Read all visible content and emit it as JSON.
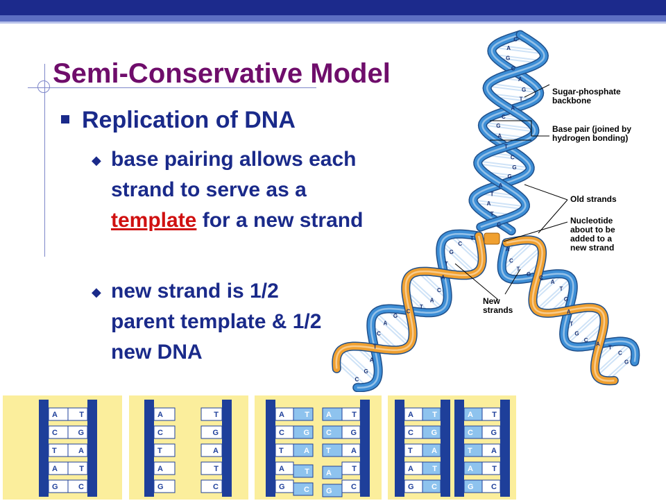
{
  "slide": {
    "title": "Semi-Conservative Model",
    "level1": "Replication of DNA",
    "bullet1": {
      "pre": "base pairing allows each strand to serve as a ",
      "highlight": "template",
      "post": " for a new strand"
    },
    "bullet2": "new strand is 1/2 parent template & 1/2 new DNA"
  },
  "labels": {
    "backbone": [
      "Sugar-phosphate",
      "backbone"
    ],
    "basepair": [
      "Base pair (joined by",
      "hydrogen bonding)"
    ],
    "old": [
      "Old strands"
    ],
    "nucleotide": [
      "Nucleotide",
      "about to be",
      "added to a",
      "new strand"
    ],
    "newstrands": [
      "New",
      "strands"
    ]
  },
  "panels": {
    "p1": {
      "left": [
        "A",
        "C",
        "T",
        "A",
        "G"
      ],
      "right": [
        "T",
        "G",
        "A",
        "T",
        "C"
      ]
    },
    "p2": {
      "left": [
        "A",
        "C",
        "T",
        "A",
        "G"
      ],
      "right": [
        "T",
        "G",
        "A",
        "T",
        "C"
      ]
    },
    "p3": {
      "left": [
        "A",
        "C",
        "T",
        "A",
        "G"
      ],
      "right": [
        "T",
        "G",
        "A",
        "T",
        "C"
      ],
      "free_left": [
        "T",
        "G",
        "A",
        "T",
        "C"
      ],
      "free_right": [
        "A",
        "C",
        "T",
        "A",
        "G"
      ]
    },
    "p4": {
      "left": [
        "A",
        "C",
        "T",
        "A",
        "G"
      ],
      "newleft": [
        "T",
        "G",
        "A",
        "T",
        "C"
      ],
      "newright": [
        "A",
        "C",
        "T",
        "A",
        "G"
      ],
      "right": [
        "T",
        "G",
        "A",
        "T",
        "C"
      ]
    }
  },
  "helix_letters": {
    "top": [
      "C",
      "A",
      "G",
      "C",
      "A",
      "G",
      "T",
      "A",
      "C",
      "G",
      "A",
      "T",
      "C",
      "G",
      "G",
      "A",
      "T",
      "A",
      "T",
      "C"
    ],
    "left_branch": [
      "T",
      "C",
      "G",
      "T",
      "A",
      "C",
      "A",
      "T",
      "C",
      "G",
      "A",
      "C",
      "T",
      "A",
      "G",
      "C"
    ],
    "right_branch": [
      "A",
      "C",
      "T",
      "G",
      "C",
      "A",
      "T",
      "G",
      "A",
      "T",
      "G",
      "C",
      "A",
      "T",
      "C",
      "G"
    ]
  },
  "colors": {
    "title": "#6f0d6b",
    "text": "#1a2a8a",
    "highlight": "#d01010",
    "old_strand": "#3d8ed6",
    "new_strand": "#f0a030",
    "panel": "#fbee9c",
    "panel_strand": "#1e3f9a"
  }
}
